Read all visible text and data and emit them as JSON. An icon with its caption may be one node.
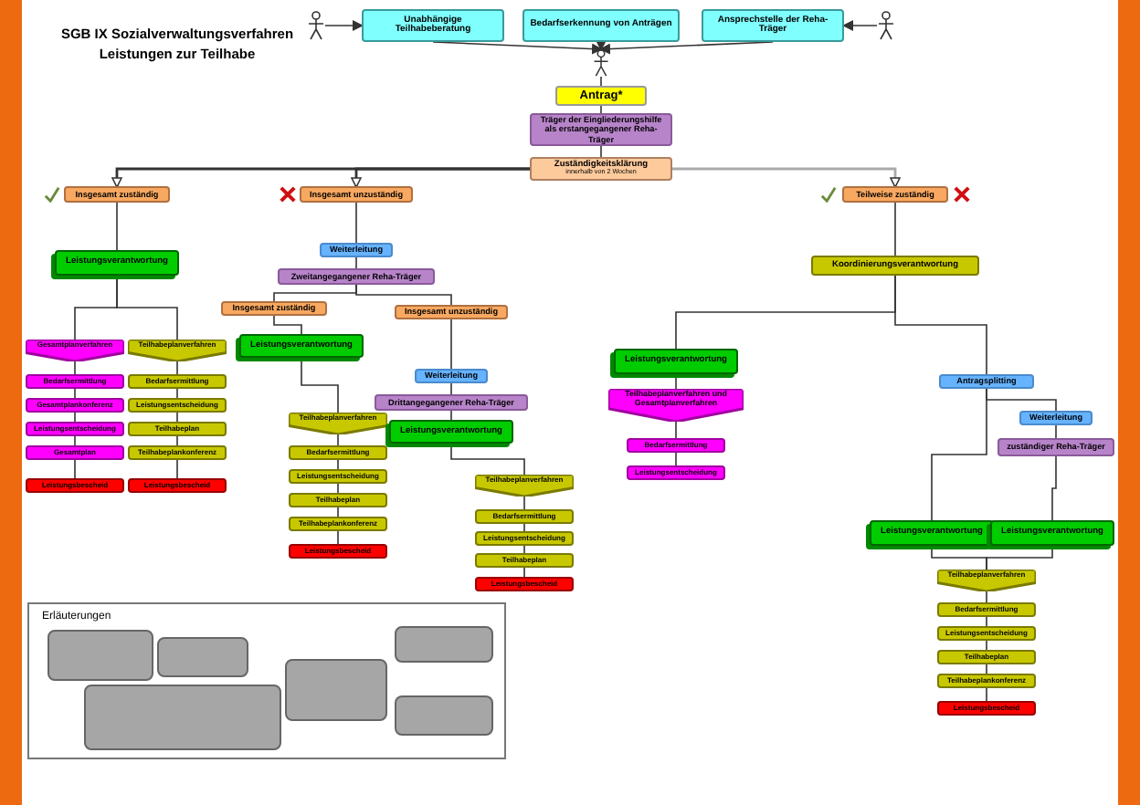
{
  "diagram": {
    "title": "SGB IX Sozialverwaltungsverfahren Leistungen zur Teilhabe",
    "nodes": [
      {
        "text": [],
        "shape": "person"
      },
      {
        "text": [
          "Unabhängige Teilhabeberatung"
        ]
      },
      {
        "text": [
          "Bedarfserkennung von Anträgen"
        ]
      },
      {
        "text": [
          "Ansprechstelle der Reha-Träger"
        ]
      },
      {
        "text": [],
        "shape": "person"
      },
      {
        "text": [],
        "shape": "person"
      },
      {
        "text": [
          "Antrag*"
        ]
      },
      {
        "text": [
          "Träger der Eingliederungshilfe als erstangegangener Reha-Träger"
        ]
      },
      {
        "text": [
          "Zuständigkeitsklärung",
          "innerhalb von 2 Wochen"
        ]
      },
      {
        "text": [
          "Insgesamt zuständig"
        ]
      },
      {
        "text": [
          "Insgesamt unzuständig"
        ]
      },
      {
        "text": [
          "Teilweise zuständig"
        ]
      },
      {
        "text": [
          "Leistungsverantwortung"
        ]
      },
      {
        "text": [
          "Gesamtplanverfahren"
        ]
      },
      {
        "text": [
          "Teilhabeplanverfahren"
        ]
      },
      {
        "text": [
          "Bedarfsermittlung"
        ]
      },
      {
        "text": [
          "Gesamtplankonferenz"
        ]
      },
      {
        "text": [
          "Leistungsentscheidung"
        ]
      },
      {
        "text": [
          "Gesamtplan"
        ]
      },
      {
        "text": [
          "Leistungsbescheid"
        ]
      },
      {
        "text": [
          "Bedarfsermittlung"
        ]
      },
      {
        "text": [
          "Leistungsentscheidung"
        ]
      },
      {
        "text": [
          "Teilhabeplan"
        ]
      },
      {
        "text": [
          "Teilhabeplankonferenz"
        ]
      },
      {
        "text": [
          "Leistungsbescheid"
        ]
      },
      {
        "text": [
          "Weiterleitung"
        ]
      },
      {
        "text": [
          "Zweitangegangener Reha-Träger"
        ]
      },
      {
        "text": [
          "Insgesamt zuständig"
        ]
      },
      {
        "text": [
          "Insgesamt unzuständig"
        ]
      },
      {
        "text": [
          "Leistungsverantwortung"
        ]
      },
      {
        "text": [
          "Teilhabeplanverfahren"
        ]
      },
      {
        "text": [
          "Bedarfsermittlung"
        ]
      },
      {
        "text": [
          "Leistungsentscheidung"
        ]
      },
      {
        "text": [
          "Teilhabeplan"
        ]
      },
      {
        "text": [
          "Teilhabeplankonferenz"
        ]
      },
      {
        "text": [
          "Leistungsbescheid"
        ]
      },
      {
        "text": [
          "Weiterleitung"
        ]
      },
      {
        "text": [
          "Drittangegangener Reha-Träger"
        ]
      },
      {
        "text": [
          "Leistungsverantwortung"
        ]
      },
      {
        "text": [
          "Teilhabeplanverfahren"
        ]
      },
      {
        "text": [
          "Bedarfsermittlung"
        ]
      },
      {
        "text": [
          "Leistungsentscheidung"
        ]
      },
      {
        "text": [
          "Teilhabeplan"
        ]
      },
      {
        "text": [
          "Leistungsbescheid"
        ]
      },
      {
        "text": [
          "Koordinierungsverantwortung"
        ]
      },
      {
        "text": [
          "Leistungsverantwortung"
        ]
      },
      {
        "text": [
          "Teilhabeplanverfahren und Gesamtplanverfahren"
        ]
      },
      {
        "text": [
          "Bedarfsermittlung"
        ]
      },
      {
        "text": [
          "Leistungsentscheidung"
        ]
      },
      {
        "text": [
          "Antragsplitting"
        ]
      },
      {
        "text": [
          "Weiterleitung"
        ]
      },
      {
        "text": [
          "zuständiger Reha-Träger"
        ]
      },
      {
        "text": [
          "Leistungsverantwortung"
        ]
      },
      {
        "text": [
          "Leistungsverantwortung"
        ]
      },
      {
        "text": [
          "Teilhabeplanverfahren"
        ]
      },
      {
        "text": [
          "Bedarfsermittlung"
        ]
      },
      {
        "text": [
          "Leistungsentscheidung"
        ]
      },
      {
        "text": [
          "Teilhabeplan"
        ]
      },
      {
        "text": [
          "Teilhabeplankonferenz"
        ]
      },
      {
        "text": [
          "Leistungsbescheid"
        ]
      },
      {
        "text": [
          "Erläuterungen"
        ]
      },
      {
        "text": [],
        "shape": "box",
        "in": 60
      },
      {
        "text": [],
        "shape": "box",
        "in": 60
      },
      {
        "text": [],
        "shape": "box",
        "in": 60
      },
      {
        "text": [],
        "shape": "box",
        "in": 60
      },
      {
        "text": [],
        "shape": "box",
        "in": 60
      },
      {
        "text": [],
        "shape": "box",
        "in": 60
      }
    ],
    "edges": [
      {
        "from": 0,
        "to": 1,
        "arrow": "to"
      },
      {
        "from": 4,
        "to": 3,
        "arrow": "to"
      },
      {
        "from": 1,
        "to": 5,
        "arrow": "to"
      },
      {
        "from": 2,
        "to": 5,
        "arrow": "to"
      },
      {
        "from": 3,
        "to": 5,
        "arrow": "to"
      },
      {
        "from": 5,
        "to": 6,
        "arrow": "none"
      },
      {
        "from": 6,
        "to": 7,
        "arrow": "none"
      },
      {
        "from": 7,
        "to": 8,
        "arrow": "none"
      },
      {
        "from": 8,
        "to": 9,
        "arrow": "to"
      },
      {
        "from": 8,
        "to": 10,
        "arrow": "to"
      },
      {
        "from": 8,
        "to": 11,
        "arrow": "to",
        "color": "#aaaaaa"
      },
      {
        "from": 9,
        "to": 12,
        "arrow": "none"
      },
      {
        "from": 12,
        "to": 13,
        "arrow": "none"
      },
      {
        "from": 12,
        "to": 14,
        "arrow": "none"
      },
      {
        "from": 13,
        "to": 15,
        "arrow": "none"
      },
      {
        "from": 15,
        "to": 16,
        "arrow": "none"
      },
      {
        "from": 16,
        "to": 17,
        "arrow": "none"
      },
      {
        "from": 17,
        "to": 18,
        "arrow": "none"
      },
      {
        "from": 18,
        "to": 19,
        "arrow": "none"
      },
      {
        "from": 14,
        "to": 20,
        "arrow": "none"
      },
      {
        "from": 20,
        "to": 21,
        "arrow": "none"
      },
      {
        "from": 21,
        "to": 22,
        "arrow": "none"
      },
      {
        "from": 22,
        "to": 23,
        "arrow": "none"
      },
      {
        "from": 23,
        "to": 24,
        "arrow": "none"
      },
      {
        "from": 10,
        "to": 25,
        "arrow": "none"
      },
      {
        "from": 25,
        "to": 26,
        "arrow": "none"
      },
      {
        "from": 26,
        "to": 27,
        "arrow": "none"
      },
      {
        "from": 26,
        "to": 28,
        "arrow": "none"
      },
      {
        "from": 27,
        "to": 29,
        "arrow": "none"
      },
      {
        "from": 29,
        "to": 30,
        "arrow": "none"
      },
      {
        "from": 30,
        "to": 31,
        "arrow": "none"
      },
      {
        "from": 31,
        "to": 32,
        "arrow": "none"
      },
      {
        "from": 32,
        "to": 33,
        "arrow": "none"
      },
      {
        "from": 33,
        "to": 34,
        "arrow": "none"
      },
      {
        "from": 34,
        "to": 35,
        "arrow": "none"
      },
      {
        "from": 28,
        "to": 36,
        "arrow": "none"
      },
      {
        "from": 36,
        "to": 37,
        "arrow": "none"
      },
      {
        "from": 37,
        "to": 38,
        "arrow": "none"
      },
      {
        "from": 38,
        "to": 39,
        "arrow": "none"
      },
      {
        "from": 39,
        "to": 40,
        "arrow": "none"
      },
      {
        "from": 40,
        "to": 41,
        "arrow": "none"
      },
      {
        "from": 41,
        "to": 42,
        "arrow": "none"
      },
      {
        "from": 42,
        "to": 43,
        "arrow": "none"
      },
      {
        "from": 11,
        "to": 44,
        "arrow": "none"
      },
      {
        "from": 44,
        "to": 45,
        "arrow": "none"
      },
      {
        "from": 44,
        "to": 49,
        "arrow": "none"
      },
      {
        "from": 45,
        "to": 46,
        "arrow": "none"
      },
      {
        "from": 46,
        "to": 47,
        "arrow": "none"
      },
      {
        "from": 47,
        "to": 48,
        "arrow": "none"
      },
      {
        "from": 49,
        "to": 52,
        "arrow": "none"
      },
      {
        "from": 49,
        "to": 50,
        "arrow": "none"
      },
      {
        "from": 50,
        "to": 51,
        "arrow": "none"
      },
      {
        "from": 51,
        "to": 53,
        "arrow": "none"
      },
      {
        "from": 52,
        "to": 54,
        "arrow": "none"
      },
      {
        "from": 53,
        "to": 54,
        "arrow": "none"
      },
      {
        "from": 54,
        "to": 55,
        "arrow": "none"
      },
      {
        "from": 55,
        "to": 56,
        "arrow": "none"
      },
      {
        "from": 56,
        "to": 57,
        "arrow": "none"
      },
      {
        "from": 57,
        "to": 58,
        "arrow": "none"
      },
      {
        "from": 58,
        "to": 59,
        "arrow": "none"
      }
    ]
  }
}
